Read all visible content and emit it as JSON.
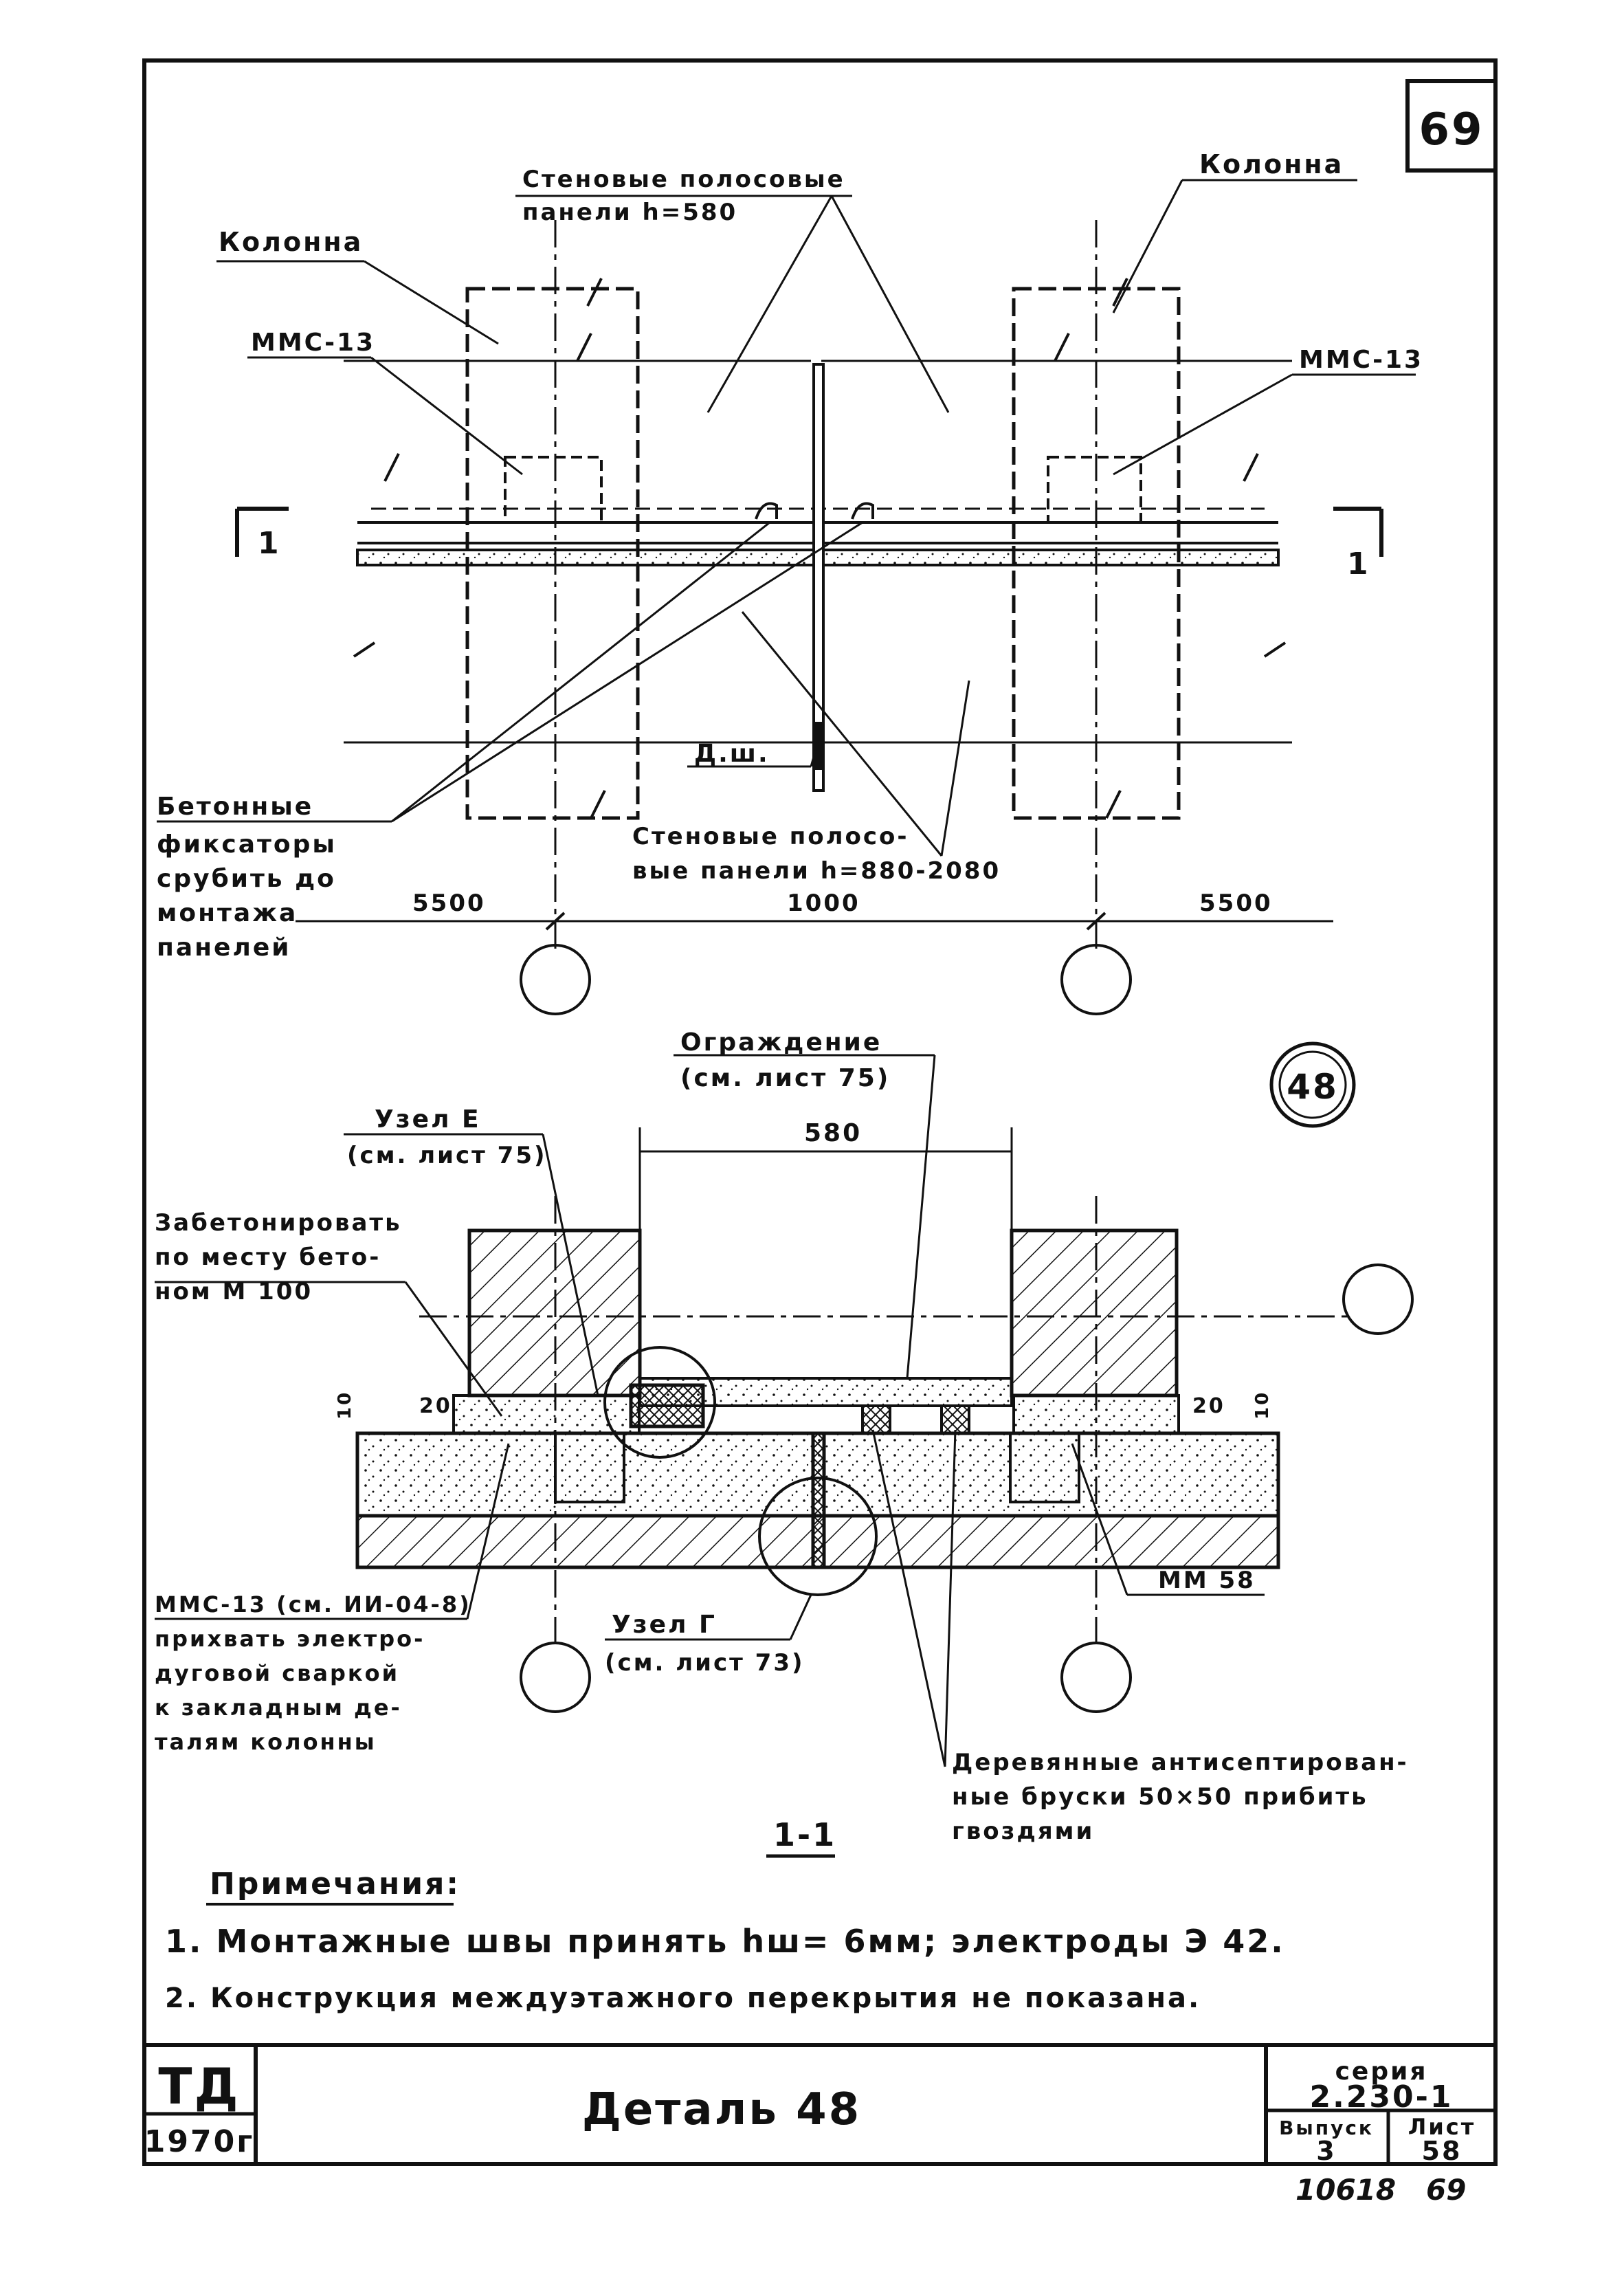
{
  "sheet_number_top": "69",
  "plan": {
    "label_panels_top_line1": "Стеновые полосовые",
    "label_panels_top_line2": "панели h=580",
    "label_column_left": "Колонна",
    "label_column_right": "Колонна",
    "label_mmc_left": "ММС-13",
    "label_mmc_right": "ММС-13",
    "section_mark_left": "1",
    "section_mark_right": "1",
    "label_dsh": "Д.ш.",
    "label_fixators_line1": "Бетонные",
    "label_fixators_line2": "фиксаторы",
    "label_fixators_line3": "срубить до",
    "label_fixators_line4": "монтажа",
    "label_fixators_line5": "панелей",
    "label_panels_bottom_line1": "Стеновые полосо-",
    "label_panels_bottom_line2": "вые панели h=880-2080",
    "dim_left": "5500",
    "dim_center": "1000",
    "dim_right": "5500",
    "detail_badge": "48"
  },
  "section": {
    "label_fence_line1": "Ограждение",
    "label_fence_line2": "(см. лист 75)",
    "label_node_e_line1": "Узел Е",
    "label_node_e_line2": "(см. лист 75)",
    "dim_580": "580",
    "label_concrete_line1": "Забетонировать",
    "label_concrete_line2": "по месту бето-",
    "label_concrete_line3": "ном М 100",
    "dim_10_left": "10",
    "dim_20_left": "20",
    "dim_20_right": "20",
    "dim_10_right": "10",
    "label_mmc_line1": "ММС-13 (см. ИИ-04-8)",
    "label_mmc_line2": "прихвать электро-",
    "label_mmc_line3": "дуговой сваркой",
    "label_mmc_line4": "к закладным де-",
    "label_mmc_line5": "талям колонны",
    "label_node_g_line1": "Узел Г",
    "label_node_g_line2": "(см. лист 73)",
    "label_mm58": "ММ 58",
    "label_wood_line1": "Деревянные антисептирован-",
    "label_wood_line2": "ные бруски 50×50 прибить",
    "label_wood_line3": "гвоздями",
    "section_title": "1-1"
  },
  "notes": {
    "title": "Примечания:",
    "item1": "1. Монтажные швы принять hш= 6мм; электроды Э 42.",
    "item2": "2. Конструкция междуэтажного перекрытия не показана."
  },
  "title_block": {
    "org": "ТД",
    "year": "1970г",
    "title": "Деталь 48",
    "series_label": "серия",
    "series_value": "2.230-1",
    "issue_label": "Выпуск",
    "issue_value": "3",
    "sheet_label": "Лист",
    "sheet_value": "58"
  },
  "footer": {
    "inventory": "10618",
    "page": "69"
  }
}
